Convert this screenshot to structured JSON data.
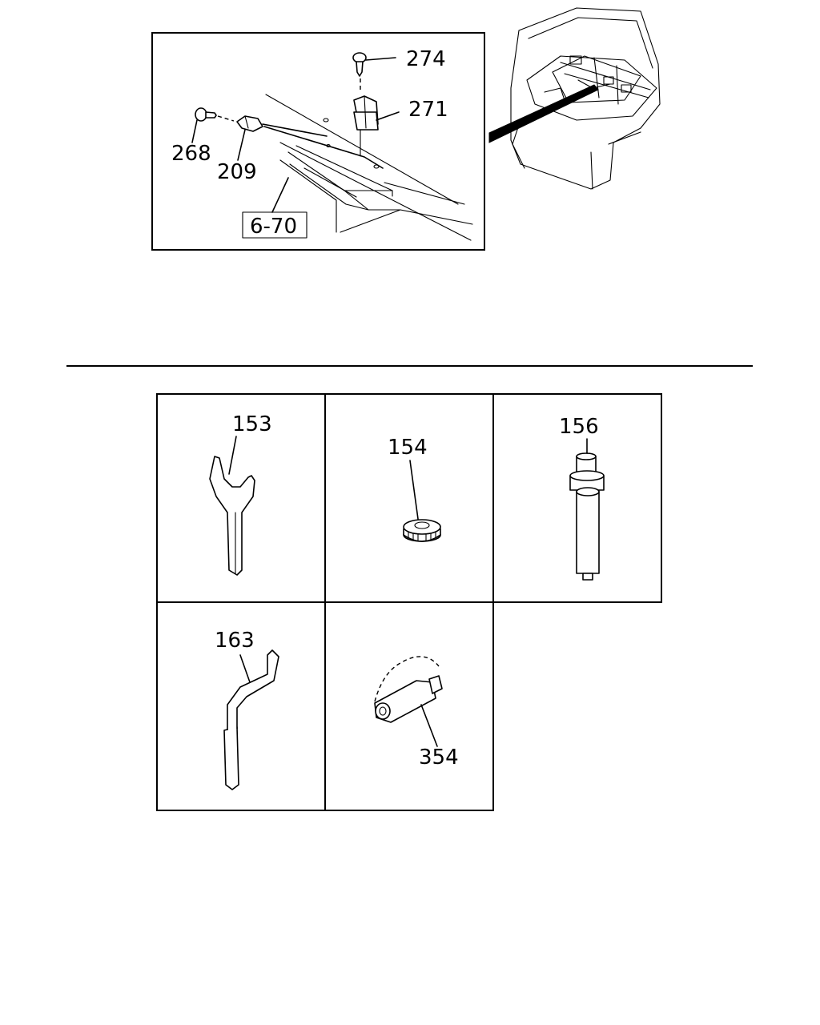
{
  "upper_view": {
    "callouts": {
      "p274": "274",
      "p271": "271",
      "p268": "268",
      "p209": "209",
      "ref": "6-70"
    }
  },
  "tool_grid": {
    "cells": {
      "c153": "153",
      "c154": "154",
      "c156": "156",
      "c163": "163",
      "c354": "354"
    }
  }
}
